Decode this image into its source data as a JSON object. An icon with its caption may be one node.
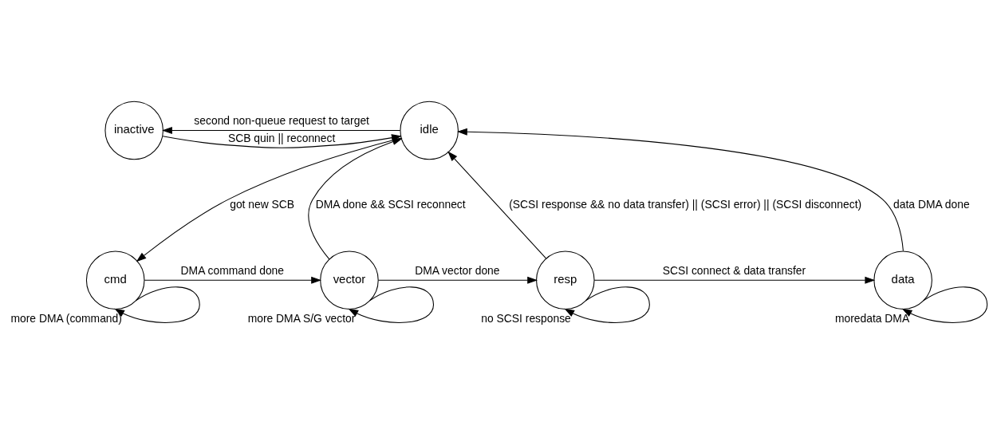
{
  "diagram": {
    "nodes": [
      {
        "text": [
          "inactive"
        ]
      },
      {
        "text": [
          "idle"
        ]
      },
      {
        "text": [
          "cmd"
        ]
      },
      {
        "text": [
          "vector"
        ]
      },
      {
        "text": [
          "resp"
        ]
      },
      {
        "text": [
          "data"
        ]
      }
    ],
    "edges": [
      {
        "from": 1,
        "to": 0,
        "arrow": "to",
        "label": "second non-queue request to target"
      },
      {
        "from": 0,
        "to": 1,
        "arrow": "to",
        "label": "SCB quin || reconnect"
      },
      {
        "from": 1,
        "to": 2,
        "arrow": "to",
        "label": "got new SCB"
      },
      {
        "from": 2,
        "to": 3,
        "arrow": "to",
        "label": "DMA command done"
      },
      {
        "from": 2,
        "to": 2,
        "arrow": "to",
        "label": "more DMA (command)"
      },
      {
        "from": 3,
        "to": 1,
        "arrow": "to",
        "label": "DMA done && SCSI reconnect"
      },
      {
        "from": 3,
        "to": 4,
        "arrow": "to",
        "label": "DMA vector done"
      },
      {
        "from": 3,
        "to": 3,
        "arrow": "to",
        "label": "more DMA S/G vector"
      },
      {
        "from": 4,
        "to": 1,
        "arrow": "to",
        "label": "(SCSI response && no data transfer) || (SCSI error) || (SCSI disconnect)"
      },
      {
        "from": 4,
        "to": 5,
        "arrow": "to",
        "label": "SCSI connect & data transfer"
      },
      {
        "from": 4,
        "to": 4,
        "arrow": "to",
        "label": "no SCSI response"
      },
      {
        "from": 5,
        "to": 1,
        "arrow": "to",
        "label": "data DMA done"
      },
      {
        "from": 5,
        "to": 5,
        "arrow": "to",
        "label": "moredata DMA"
      }
    ]
  }
}
